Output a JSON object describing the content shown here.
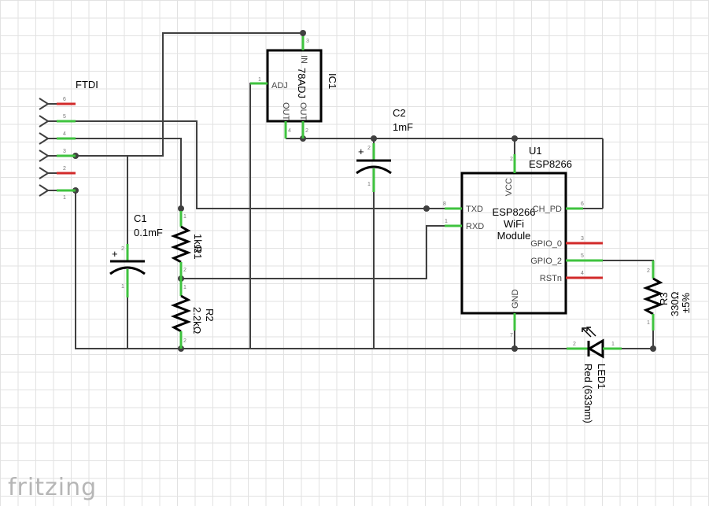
{
  "ftdi": {
    "label": "FTDI",
    "pins": [
      "6",
      "5",
      "4",
      "3",
      "2",
      "1"
    ]
  },
  "ic1": {
    "ref": "IC1",
    "value": "78ADJ",
    "pin_in": "IN",
    "pin_adj": "ADJ",
    "pin_out_a": "OUT",
    "pin_out_b": "OUT",
    "n_in": "3",
    "n_adj": "1",
    "n_out_a": "4",
    "n_out_b": "2"
  },
  "c1": {
    "ref": "C1",
    "value": "0.1mF",
    "n1": "1",
    "n2": "2",
    "plus": "+"
  },
  "c2": {
    "ref": "C2",
    "value": "1mF",
    "n1": "1",
    "n2": "2",
    "plus": "+"
  },
  "r1": {
    "ref": "R1",
    "value": "1kΩ",
    "n1": "1",
    "n2": "2"
  },
  "r2": {
    "ref": "R2",
    "value": "2.2kΩ",
    "n1": "1",
    "n2": "2"
  },
  "r3": {
    "ref": "R3",
    "value": "330Ω",
    "tol": "±5%",
    "n1": "1",
    "n2": "2"
  },
  "led1": {
    "ref": "LED1",
    "value": "Red (633nm)",
    "n1": "1",
    "n2": "2"
  },
  "u1": {
    "ref": "U1",
    "value": "ESP8266",
    "body_line1": "ESP8266",
    "body_line2": "WiFi",
    "body_line3": "Module",
    "pins": {
      "vcc": "VCC",
      "gnd": "GND",
      "txd": "TXD",
      "rxd": "RXD",
      "ch_pd": "CH_PD",
      "gpio0": "GPIO_0",
      "gpio2": "GPIO_2",
      "rstn": "RSTn"
    },
    "nums": {
      "vcc": "2",
      "gnd": "7",
      "txd": "8",
      "rxd": "1",
      "ch_pd": "6",
      "gpio0": "3",
      "gpio2": "5",
      "rstn": "4"
    }
  },
  "brand": "fritzing"
}
